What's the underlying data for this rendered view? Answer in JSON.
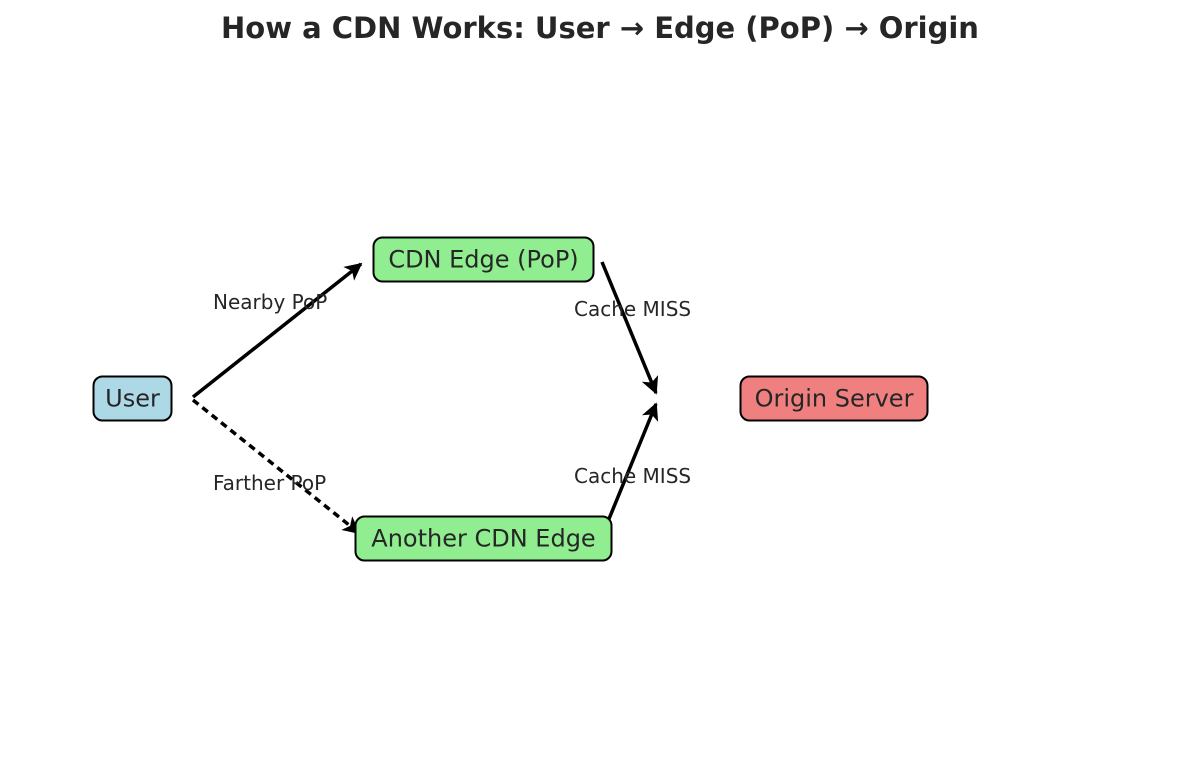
{
  "title": "How a CDN Works: User → Edge (PoP) → Origin",
  "nodes": {
    "user": {
      "label": "User",
      "color": "#add8e6"
    },
    "cdn_edge": {
      "label": "CDN Edge (PoP)",
      "color": "#90ee90"
    },
    "another_edge": {
      "label": "Another CDN Edge",
      "color": "#90ee90"
    },
    "origin": {
      "label": "Origin Server",
      "color": "#f08080"
    }
  },
  "edges": {
    "nearby": {
      "label": "Nearby PoP",
      "style": "solid"
    },
    "farther": {
      "label": "Farther PoP",
      "style": "dashed"
    },
    "miss_top": {
      "label": "Cache MISS",
      "style": "solid"
    },
    "miss_bottom": {
      "label": "Cache MISS",
      "style": "solid"
    }
  }
}
